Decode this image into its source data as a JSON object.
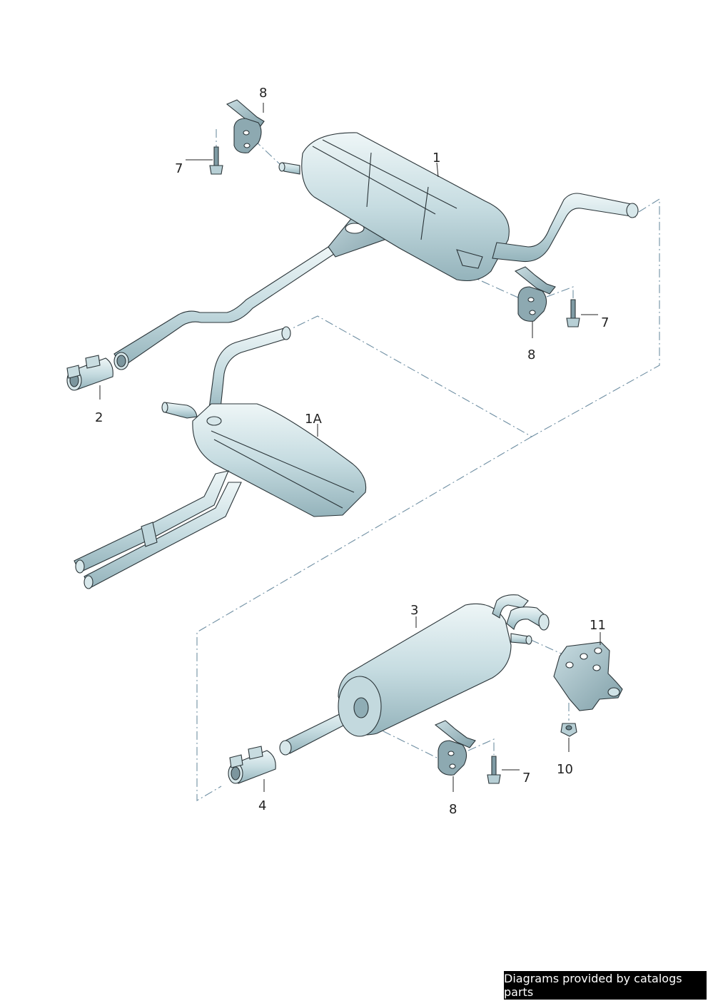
{
  "callouts": {
    "c1": "1",
    "c1a": "1A",
    "c2": "2",
    "c3": "3",
    "c4": "4",
    "c7a": "7",
    "c7b": "7",
    "c7c": "7",
    "c8a": "8",
    "c8b": "8",
    "c8c": "8",
    "c10": "10",
    "c11": "11"
  },
  "credit": "Diagrams provided by catalogs parts",
  "colors": {
    "metal_light": "#e3f0f2",
    "metal_mid": "#b9d2d8",
    "metal_dark": "#8eacb5",
    "outline": "#2a3438",
    "dashline": "#6f8fa3"
  }
}
